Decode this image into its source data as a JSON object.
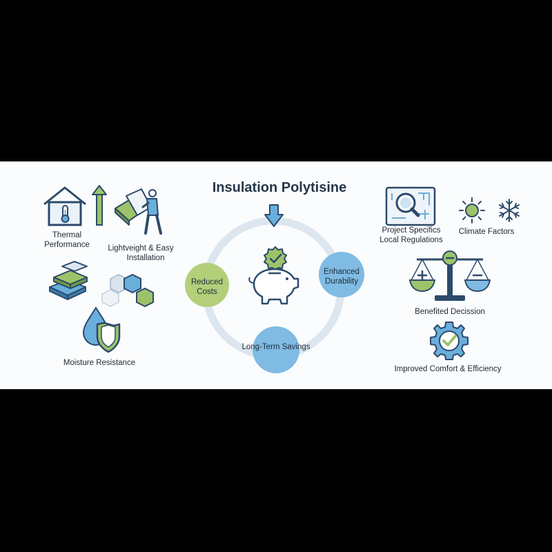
{
  "title": "Insulation Polytisine",
  "left": {
    "thermal": [
      "Thermal",
      "Performance"
    ],
    "lightweight": [
      "Lightveight & Easy",
      "Installation"
    ],
    "moisture": "Moisture Resistance"
  },
  "center": {
    "reduced": [
      "Reduced",
      "Costs"
    ],
    "durability": [
      "Enhanced",
      "Durability"
    ],
    "savings": "Long-Term Savings"
  },
  "right": {
    "project": [
      "Project Specifics",
      "Local Regulations"
    ],
    "climate": "Climate Factors",
    "decision": "Benefited Decission",
    "comfort": "Improved Comfort & Efficiency"
  },
  "colors": {
    "navy": "#2c4a6b",
    "blue": "#6aaedc",
    "green": "#9dc36a",
    "ring": "#dde6ef"
  }
}
